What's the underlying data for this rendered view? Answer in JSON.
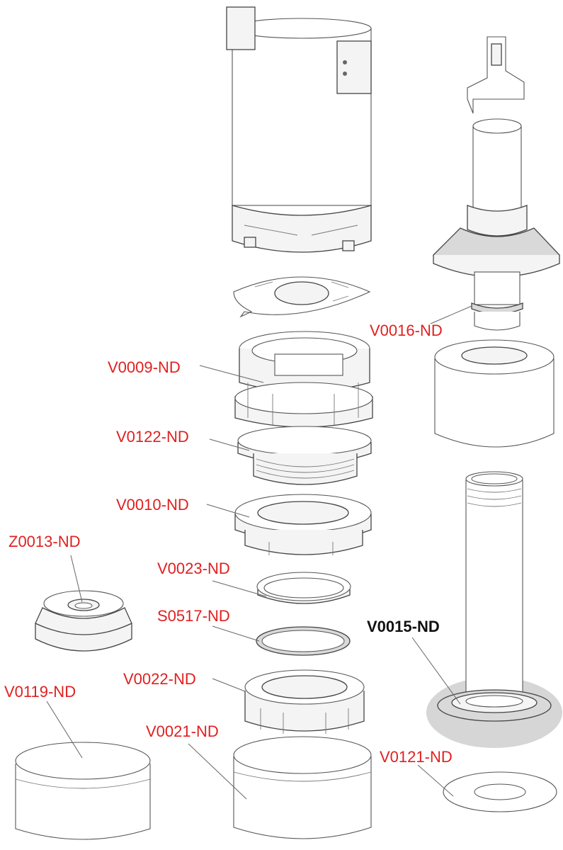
{
  "colors": {
    "label": "#e0201f",
    "highlight_label": "#111111",
    "highlight": "#cfcfcf"
  },
  "labels": {
    "v0016": "V0016-ND",
    "v0009": "V0009-ND",
    "v0122": "V0122-ND",
    "v0010": "V0010-ND",
    "z0013": "Z0013-ND",
    "v0023": "V0023-ND",
    "s0517": "S0517-ND",
    "v0015": "V0015-ND",
    "v0022": "V0022-ND",
    "v0119": "V0119-ND",
    "v0021": "V0021-ND",
    "v0121": "V0121-ND"
  },
  "highlighted_part": "V0015-ND"
}
